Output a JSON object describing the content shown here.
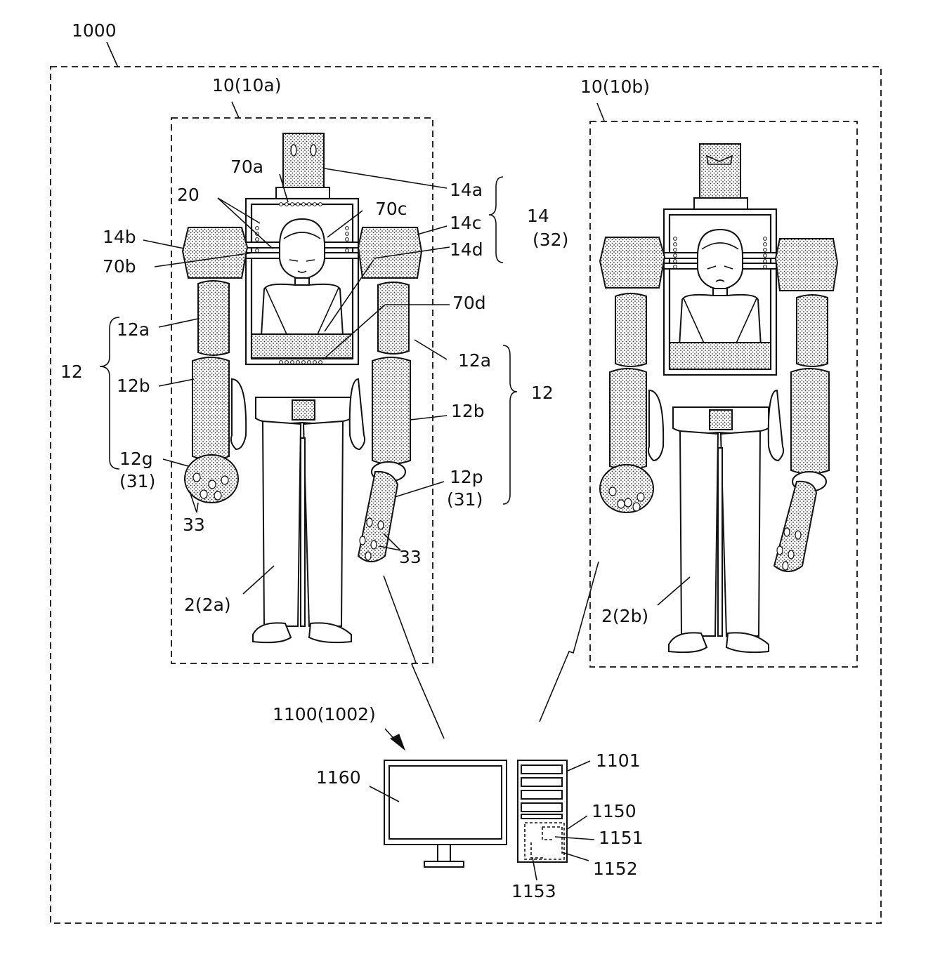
{
  "labels": {
    "system": "1000",
    "unit_a": "10(10a)",
    "unit_b": "10(10b)",
    "l20": "20",
    "l70a": "70a",
    "l70b": "70b",
    "l70c": "70c",
    "l70d": "70d",
    "l14a": "14a",
    "l14b": "14b",
    "l14c": "14c",
    "l14d": "14d",
    "l14": "14",
    "l32": "(32)",
    "l12a_left": "12a",
    "l12b_left": "12b",
    "l12_left": "12",
    "l12g": "12g",
    "l31_left": "(31)",
    "l33_left": "33",
    "l12a_right": "12a",
    "l12b_right": "12b",
    "l12_right": "12",
    "l12p": "12p",
    "l31_right": "(31)",
    "l33_right": "33",
    "l2a": "2(2a)",
    "l2b": "2(2b)",
    "l1100": "1100(1002)",
    "l1160": "1160",
    "l1101": "1101",
    "l1150": "1150",
    "l1151": "1151",
    "l1152": "1152",
    "l1153": "1153"
  }
}
